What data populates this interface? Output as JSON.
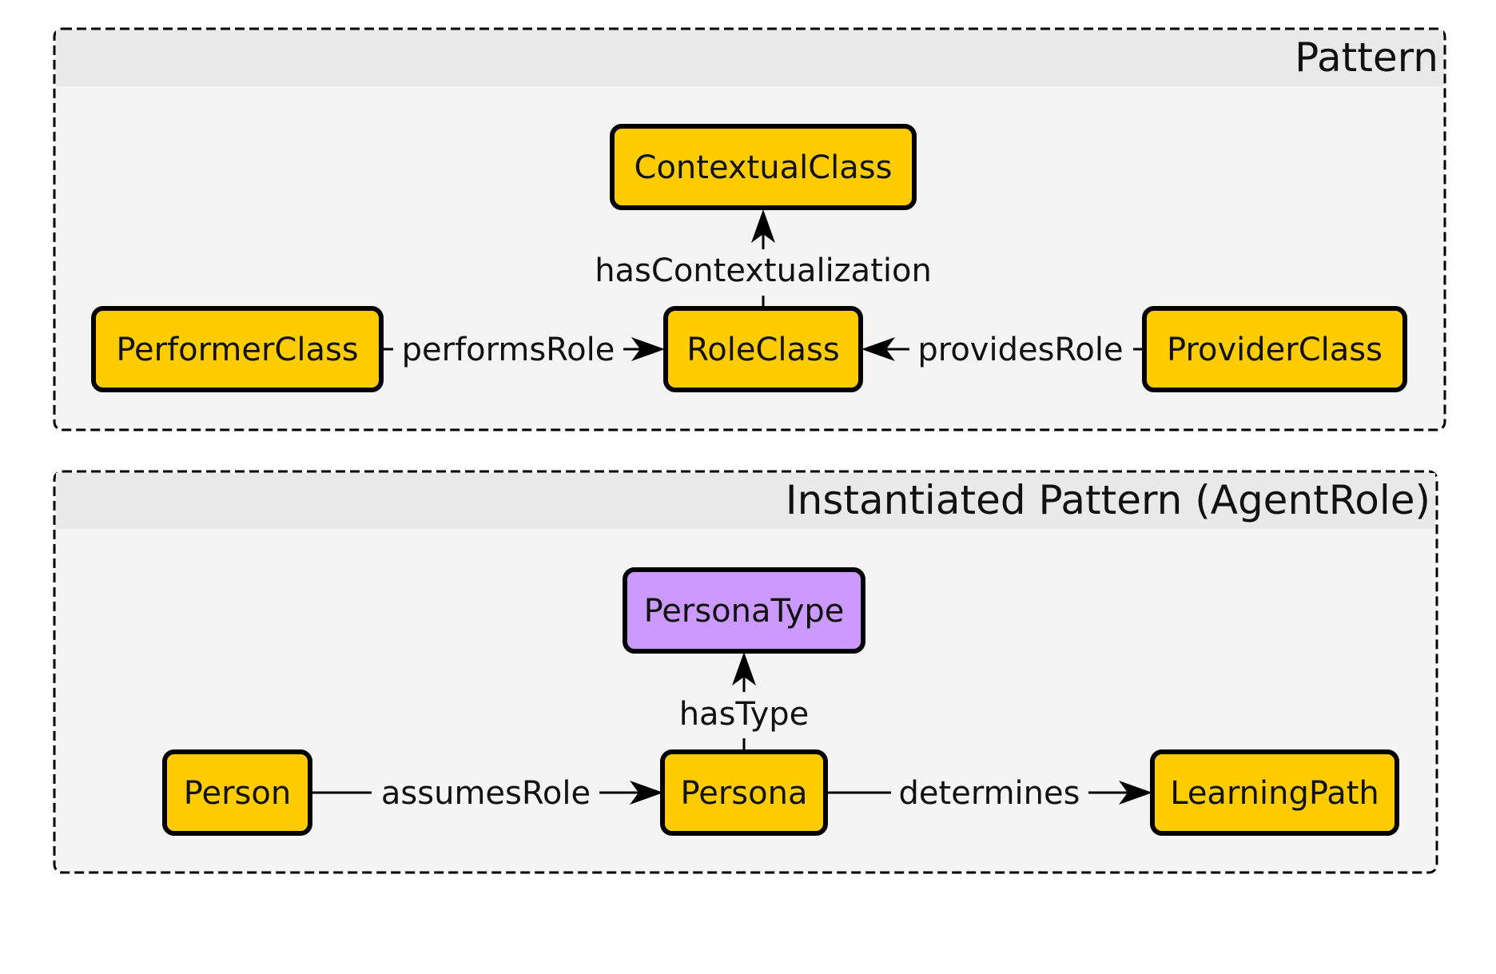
{
  "colors": {
    "node_yellow": "#ffcc00",
    "node_purple": "#cc99ff",
    "group_fill": "#f4f4f4",
    "group_band": "#e9e9e9",
    "stroke": "#000000"
  },
  "groups": {
    "pattern": {
      "title": "Pattern"
    },
    "instantiated": {
      "title": "Instantiated Pattern (AgentRole)"
    }
  },
  "nodes": {
    "contextual_class": {
      "label": "ContextualClass",
      "color": "node_yellow"
    },
    "performer_class": {
      "label": "PerformerClass",
      "color": "node_yellow"
    },
    "role_class": {
      "label": "RoleClass",
      "color": "node_yellow"
    },
    "provider_class": {
      "label": "ProviderClass",
      "color": "node_yellow"
    },
    "persona_type": {
      "label": "PersonaType",
      "color": "node_purple"
    },
    "person": {
      "label": "Person",
      "color": "node_yellow"
    },
    "persona": {
      "label": "Persona",
      "color": "node_yellow"
    },
    "learning_path": {
      "label": "LearningPath",
      "color": "node_yellow"
    }
  },
  "edges": {
    "has_contextualization": {
      "label": "hasContextualization",
      "from": "RoleClass",
      "to": "ContextualClass"
    },
    "performs_role": {
      "label": "performsRole",
      "from": "PerformerClass",
      "to": "RoleClass"
    },
    "provides_role": {
      "label": "providesRole",
      "from": "ProviderClass",
      "to": "RoleClass"
    },
    "has_type": {
      "label": "hasType",
      "from": "Persona",
      "to": "PersonaType"
    },
    "assumes_role": {
      "label": "assumesRole",
      "from": "Person",
      "to": "Persona"
    },
    "determines": {
      "label": "determines",
      "from": "Persona",
      "to": "LearningPath"
    }
  }
}
